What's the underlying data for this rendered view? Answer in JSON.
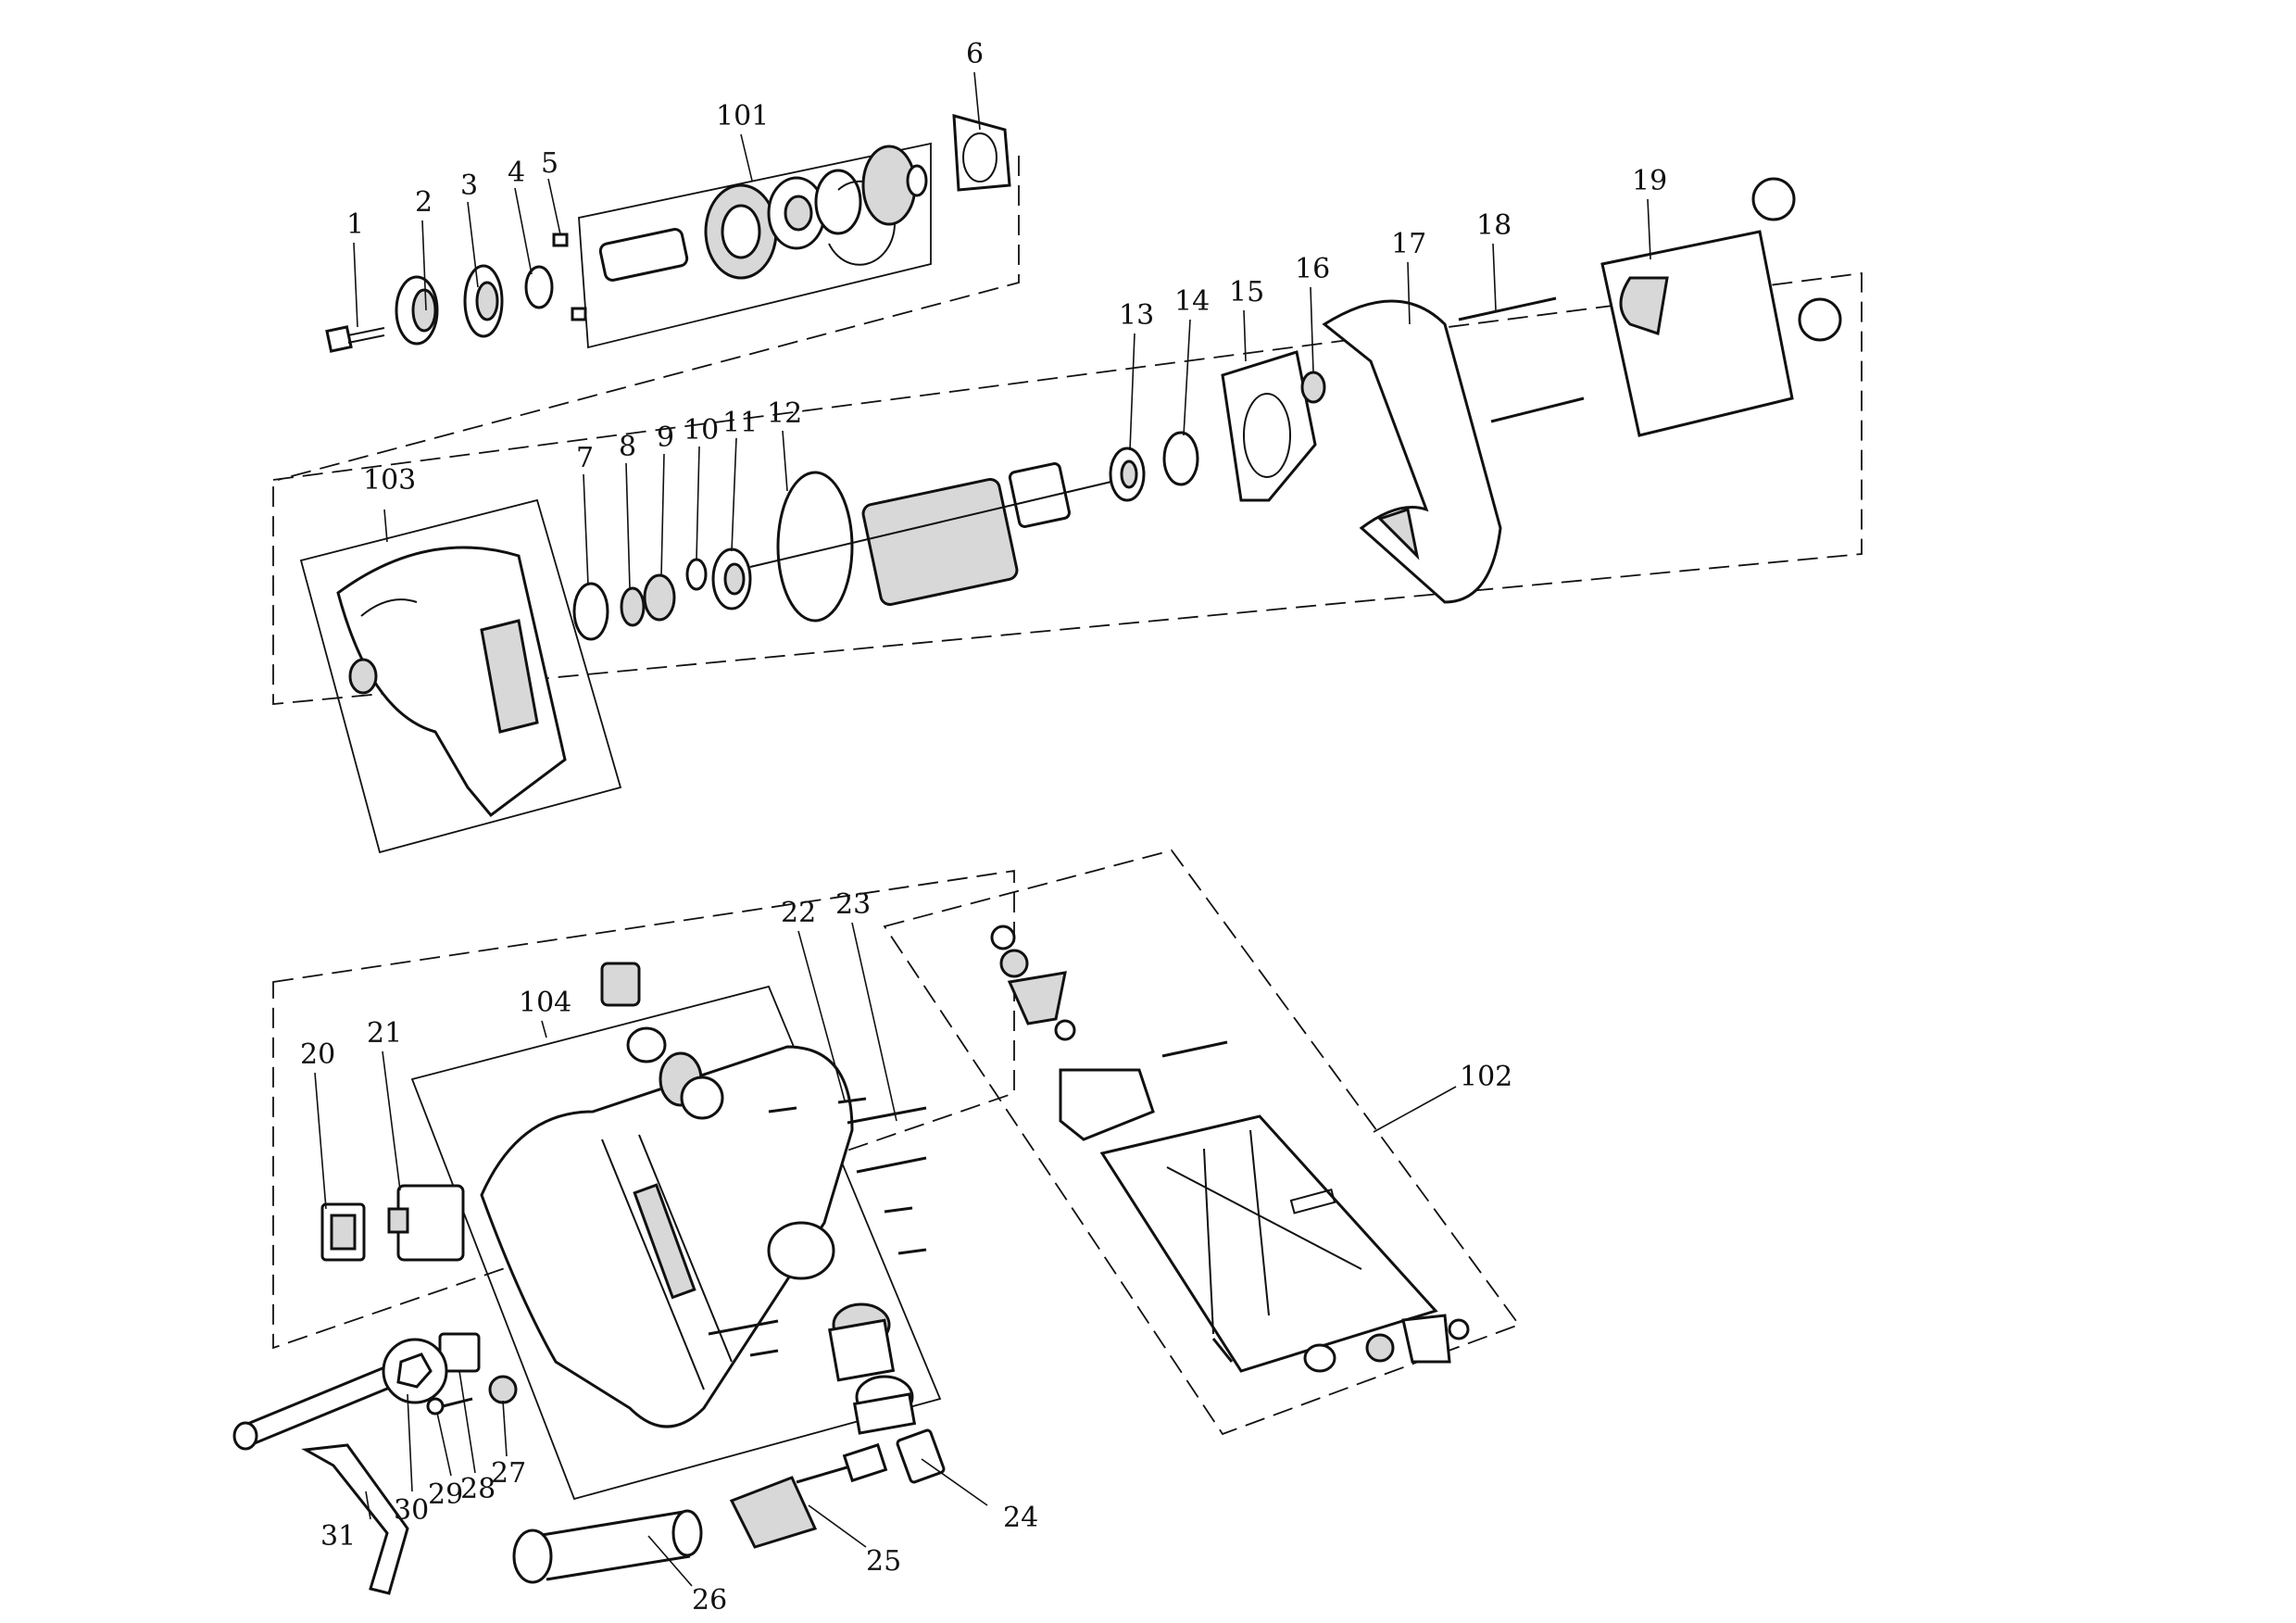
{
  "labels": [
    {
      "id": "1",
      "text": "1"
    },
    {
      "id": "2",
      "text": "2"
    },
    {
      "id": "3",
      "text": "3"
    },
    {
      "id": "4",
      "text": "4"
    },
    {
      "id": "5",
      "text": "5"
    },
    {
      "id": "6",
      "text": "6"
    },
    {
      "id": "7",
      "text": "7"
    },
    {
      "id": "8",
      "text": "8"
    },
    {
      "id": "9",
      "text": "9"
    },
    {
      "id": "10",
      "text": "10"
    },
    {
      "id": "11",
      "text": "11"
    },
    {
      "id": "12",
      "text": "12"
    },
    {
      "id": "13",
      "text": "13"
    },
    {
      "id": "14",
      "text": "14"
    },
    {
      "id": "15",
      "text": "15"
    },
    {
      "id": "16",
      "text": "16"
    },
    {
      "id": "17",
      "text": "17"
    },
    {
      "id": "18",
      "text": "18"
    },
    {
      "id": "19",
      "text": "19"
    },
    {
      "id": "20",
      "text": "20"
    },
    {
      "id": "21",
      "text": "21"
    },
    {
      "id": "22",
      "text": "22"
    },
    {
      "id": "23",
      "text": "23"
    },
    {
      "id": "24",
      "text": "24"
    },
    {
      "id": "25",
      "text": "25"
    },
    {
      "id": "26",
      "text": "26"
    },
    {
      "id": "27",
      "text": "27"
    },
    {
      "id": "28",
      "text": "28"
    },
    {
      "id": "29",
      "text": "29"
    },
    {
      "id": "30",
      "text": "30"
    },
    {
      "id": "31",
      "text": "31"
    },
    {
      "id": "101",
      "text": "101"
    },
    {
      "id": "102",
      "text": "102"
    },
    {
      "id": "103",
      "text": "103"
    },
    {
      "id": "104",
      "text": "104"
    }
  ]
}
